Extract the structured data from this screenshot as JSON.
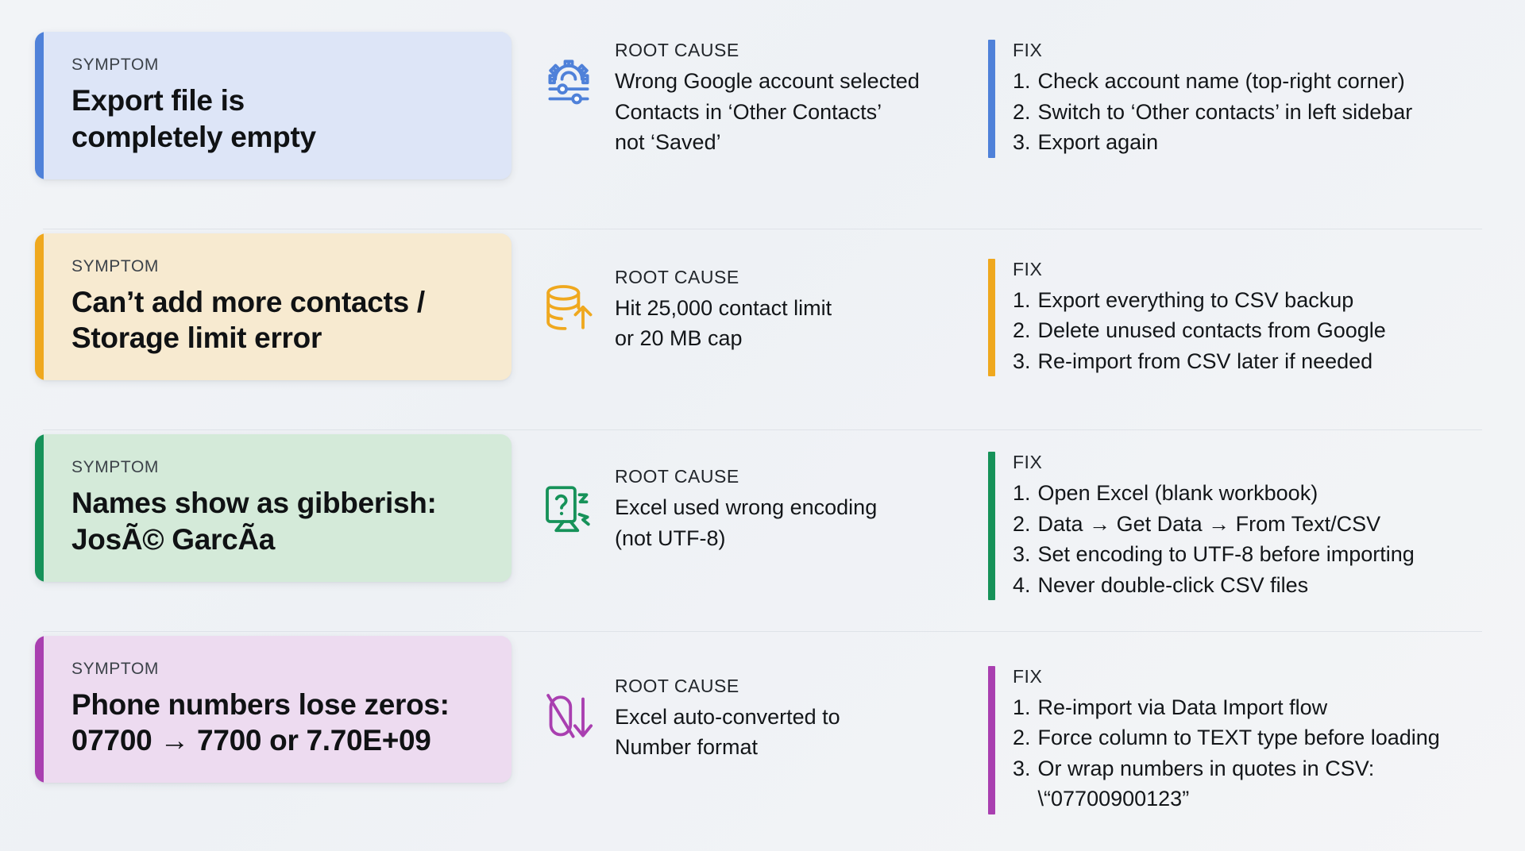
{
  "labels": {
    "symptom": "SYMPTOM",
    "root_cause": "ROOT CAUSE",
    "fix": "FIX"
  },
  "colors": {
    "row1_accent": "#4f81d9",
    "row1_card_bg": "#dde5f7",
    "row2_accent": "#efa81e",
    "row2_card_bg": "#f7ead0",
    "row3_accent": "#169259",
    "row3_card_bg": "#d4ead9",
    "row4_accent": "#a93fb0",
    "row4_card_bg": "#eddbf0",
    "page_bg": "#f1f3f6",
    "divider": "#dfe3e8"
  },
  "rows": [
    {
      "symptom": "Export file is\ncompletely empty",
      "icon": "settings-gear-sliders-icon",
      "cause": "Wrong Google account selected\nContacts in ‘Other Contacts’\nnot ‘Saved’",
      "fixes": [
        {
          "num": "1.",
          "text": "Check account name (top-right corner)"
        },
        {
          "num": "2.",
          "text": "Switch to ‘Other contacts’ in left sidebar"
        },
        {
          "num": "3.",
          "text": "Export again"
        }
      ]
    },
    {
      "symptom": "Can’t add more contacts /\nStorage limit error",
      "icon": "database-upload-icon",
      "cause": "Hit 25,000 contact limit\nor 20 MB cap",
      "fixes": [
        {
          "num": "1.",
          "text": "Export everything to CSV backup"
        },
        {
          "num": "2.",
          "text": "Delete unused contacts from Google"
        },
        {
          "num": "3.",
          "text": "Re-import from CSV later if needed"
        }
      ]
    },
    {
      "symptom": "Names show as gibberish:\nJosÃ© GarcÃ­a",
      "icon": "corrupted-text-question-icon",
      "cause": "Excel used wrong encoding\n(not UTF-8)",
      "fixes": [
        {
          "num": "1.",
          "text": "Open Excel (blank workbook)"
        },
        {
          "num": "2.",
          "text": "Data → Get Data → From Text/CSV"
        },
        {
          "num": "3.",
          "text": "Set encoding to UTF-8 before importing"
        },
        {
          "num": "4.",
          "text": "Never double-click CSV files"
        }
      ]
    },
    {
      "symptom": "Phone numbers lose zeros:\n07700 → 7700 or 7.70E+09",
      "icon": "zero-strikethrough-down-arrow-icon",
      "cause": "Excel auto-converted to\nNumber format",
      "fixes": [
        {
          "num": "1.",
          "text": "Re-import via Data Import flow"
        },
        {
          "num": "2.",
          "text": "Force column to TEXT type before loading"
        },
        {
          "num": "3.",
          "text": "Or wrap numbers in quotes in CSV:\n\\“07700900123”"
        }
      ]
    }
  ]
}
